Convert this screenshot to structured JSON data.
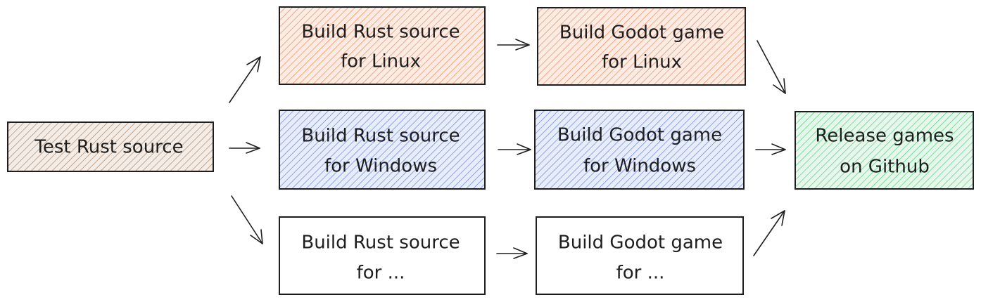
{
  "colors": {
    "stroke": "#1e1e1e",
    "test": "#b08a6a",
    "linux": "#f08a5d",
    "windows": "#6a86e0",
    "generic": "#ffffff",
    "release": "#55d07a"
  },
  "nodes": {
    "test": {
      "line1": "Test Rust source"
    },
    "rust_linux": {
      "line1": "Build Rust source",
      "line2": "for Linux"
    },
    "rust_windows": {
      "line1": "Build Rust source",
      "line2": "for Windows"
    },
    "rust_other": {
      "line1": "Build Rust source",
      "line2": "for ..."
    },
    "godot_linux": {
      "line1": "Build Godot game",
      "line2": "for Linux"
    },
    "godot_windows": {
      "line1": "Build Godot game",
      "line2": "for Windows"
    },
    "godot_other": {
      "line1": "Build Godot game",
      "line2": "for ..."
    },
    "release": {
      "line1": "Release games",
      "line2": "on Github"
    }
  }
}
